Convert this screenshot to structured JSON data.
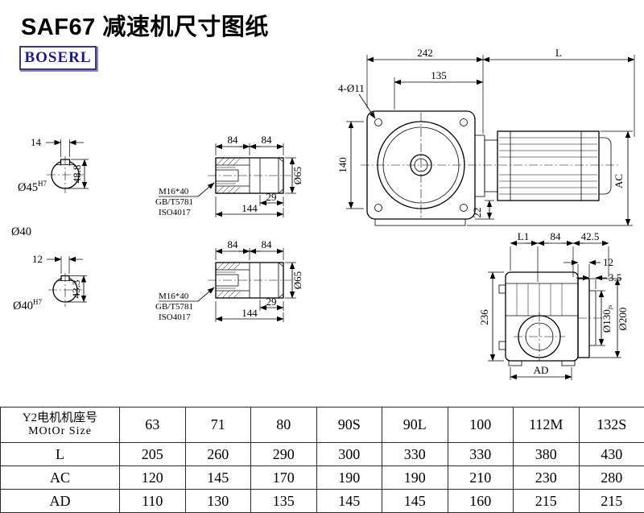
{
  "page": {
    "title": "SAF67 减速机尺寸图纸",
    "brand": "BOSERL"
  },
  "colors": {
    "brand_text": "#1a1a8c",
    "line": "#000000",
    "background": "#ffffff"
  },
  "main_view": {
    "dim_width": "242",
    "dim_motor_len": "L",
    "dim_flange": "135",
    "dim_bolt_holes": "4-Ø11",
    "dim_height": "140",
    "dim_ac": "AC",
    "dim_gap": "22"
  },
  "shaft_section_45": {
    "dim_key_width": "14",
    "dim_total_height": "48.8",
    "label_dia_main": "Ø45",
    "label_dia_tol": "H7",
    "label_bore": "Ø40"
  },
  "shaft_section_40": {
    "dim_key_width": "12",
    "dim_total_height": "43.3",
    "label_dia_main": "Ø40",
    "label_dia_tol": "H7"
  },
  "shaft_view_1": {
    "dim_len_a": "84",
    "dim_len_b": "84",
    "dim_key_len": "29",
    "dim_total": "144",
    "dim_dia": "Ø65",
    "thread_note_1": "M16*40",
    "thread_note_2": "GB/T5781",
    "thread_note_3": "ISO4017"
  },
  "shaft_view_2": {
    "dim_len_a": "84",
    "dim_len_b": "84",
    "dim_key_len": "29",
    "dim_total": "144",
    "dim_dia": "Ø65",
    "thread_note_1": "M16*40",
    "thread_note_2": "GB/T5781",
    "thread_note_3": "ISO4017"
  },
  "side_view": {
    "dim_l1": "L1",
    "dim_84": "84",
    "dim_42_5": "42.5",
    "dim_12": "12",
    "dim_3_5": "3.5",
    "dim_height": "236",
    "label_spigot_main": "Ø130",
    "label_spigot_tol": "js",
    "label_flange": "Ø200",
    "dim_ad": "AD"
  },
  "table": {
    "row_header": {
      "line1": "Y2电机机座号",
      "line2": "MOtOr Size"
    },
    "sizes": [
      "63",
      "71",
      "80",
      "90S",
      "90L",
      "100",
      "112M",
      "132S"
    ],
    "rows": [
      {
        "label": "L",
        "values": [
          "205",
          "260",
          "290",
          "300",
          "330",
          "330",
          "380",
          "430"
        ]
      },
      {
        "label": "AC",
        "values": [
          "120",
          "145",
          "170",
          "190",
          "190",
          "210",
          "230",
          "280"
        ]
      },
      {
        "label": "AD",
        "values": [
          "110",
          "130",
          "135",
          "145",
          "145",
          "160",
          "215",
          "215"
        ]
      }
    ]
  }
}
